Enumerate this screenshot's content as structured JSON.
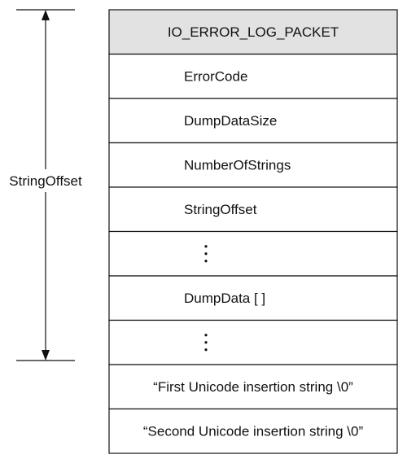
{
  "structure": {
    "rows": [
      {
        "label": "IO_ERROR_LOG_PACKET",
        "kind": "header"
      },
      {
        "label": "ErrorCode",
        "kind": "field"
      },
      {
        "label": "DumpDataSize",
        "kind": "field"
      },
      {
        "label": "NumberOfStrings",
        "kind": "field"
      },
      {
        "label": "StringOffset",
        "kind": "field"
      },
      {
        "label": "",
        "kind": "ellipsis"
      },
      {
        "label": "DumpData [ ]",
        "kind": "field"
      },
      {
        "label": "",
        "kind": "ellipsis"
      },
      {
        "label": "“First Unicode insertion string \\0”",
        "kind": "string"
      },
      {
        "label": "“Second Unicode insertion string \\0”",
        "kind": "string"
      }
    ]
  },
  "offset_marker": {
    "label": "StringOffset"
  },
  "colors": {
    "header_fill": "#e2e2e2",
    "line": "#111111",
    "background": "#ffffff"
  }
}
